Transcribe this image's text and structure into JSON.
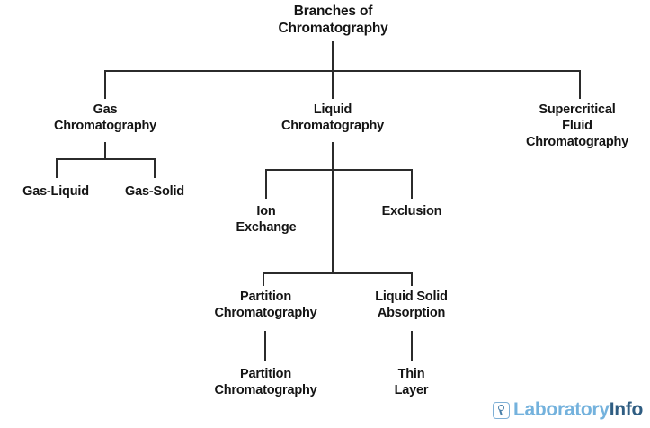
{
  "diagram": {
    "type": "tree",
    "title": "Branches of Chromatography",
    "background_color": "#ffffff",
    "text_color": "#141414",
    "line_color": "#2b2b2b",
    "nodes": {
      "root": "Branches of\nChromatography",
      "gas_chromatography": "Gas\nChromatography",
      "liquid_chromatography": "Liquid\nChromatography",
      "supercritical_fluid_chromatography": "Supercritical\nFluid\nChromatography",
      "gas_liquid": "Gas-Liquid",
      "gas_solid": "Gas-Solid",
      "ion_exchange": "Ion\nExchange",
      "exclusion": "Exclusion",
      "partition_chromatography": "Partition\nChromatography",
      "liquid_solid_absorption": "Liquid Solid\nAbsorption",
      "partition_chromatography_leaf": "Partition\nChromatography",
      "thin_layer": "Thin\nLayer"
    }
  },
  "logo": {
    "word_primary": "Laboratory",
    "word_secondary": "Info",
    "icon": "microscope-badge-icon",
    "color_primary": "#74b2dd",
    "color_secondary": "#2f5d82"
  }
}
